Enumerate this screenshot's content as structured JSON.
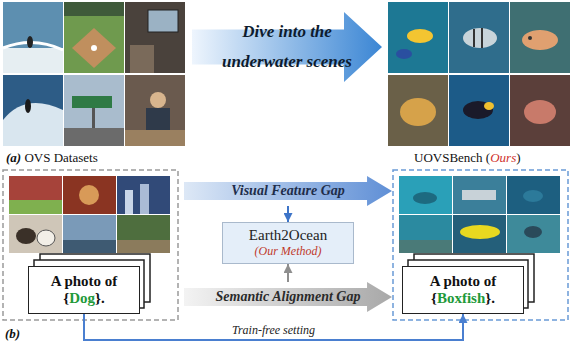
{
  "diagram": {
    "nodes": [
      {
        "text": [
          "Dive into the underwater scenes"
        ]
      },
      {
        "text": [
          "Visual Feature Gap"
        ]
      },
      {
        "text": [
          "Earth2Ocean",
          "(Our Method)"
        ]
      },
      {
        "text": [
          "Semantic Alignment Gap"
        ]
      },
      {
        "text": [
          "A photo of {Dog}."
        ]
      },
      {
        "text": [
          "A photo of {Boxfish}."
        ]
      }
    ],
    "edges": [
      {
        "from": 1,
        "to": 2,
        "arrow": "to"
      },
      {
        "from": 3,
        "to": 2,
        "arrow": "to"
      },
      {
        "from": 4,
        "to": 5,
        "label": "Train-free setting",
        "arrow": "to"
      }
    ],
    "labels": [
      "(a) OVS Datasets",
      "UOVSBench (Ours)",
      "(b)"
    ]
  }
}
